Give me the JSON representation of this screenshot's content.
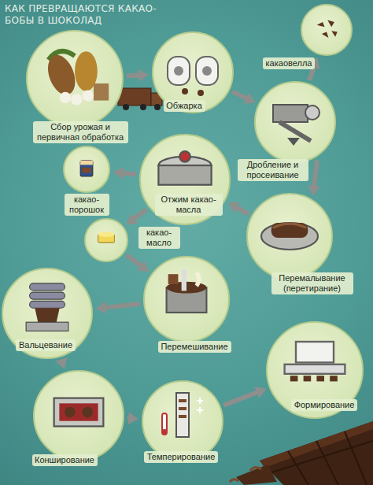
{
  "diagram": {
    "title": "КАК ПРЕВРАЩАЮТСЯ КАКАО-БОБЫ В ШОКОЛАД",
    "nodes": [
      {
        "text": [
          "Сбор урожая и первичная обработка"
        ]
      },
      {
        "text": [
          "Обжарка"
        ]
      },
      {
        "text": [
          "какаовелла"
        ]
      },
      {
        "text": [
          "Дробление и просеивание"
        ]
      },
      {
        "text": [
          "Отжим какао-масла"
        ]
      },
      {
        "text": [
          "какао-порошок"
        ]
      },
      {
        "text": [
          "какао-масло"
        ]
      },
      {
        "text": [
          "Перемалывание (перетирание)"
        ]
      },
      {
        "text": [
          "Перемешивание"
        ]
      },
      {
        "text": [
          "Вальцевание"
        ]
      },
      {
        "text": [
          "Конширование"
        ]
      },
      {
        "text": [
          "Темперирование"
        ]
      },
      {
        "text": [
          "Формирование"
        ]
      }
    ],
    "edges": [
      {
        "from": 0,
        "to": 1,
        "arrow": "to"
      },
      {
        "from": 1,
        "to": 3,
        "arrow": "to"
      },
      {
        "from": 3,
        "to": 2,
        "arrow": "to"
      },
      {
        "from": 3,
        "to": 7,
        "arrow": "to"
      },
      {
        "from": 7,
        "to": 4,
        "arrow": "to"
      },
      {
        "from": 4,
        "to": 5,
        "arrow": "to"
      },
      {
        "from": 4,
        "to": 6,
        "arrow": "to"
      },
      {
        "from": 6,
        "to": 8,
        "arrow": "to"
      },
      {
        "from": 8,
        "to": 9,
        "arrow": "to"
      },
      {
        "from": 9,
        "to": 10,
        "arrow": "to"
      },
      {
        "from": 10,
        "to": 11,
        "arrow": "to"
      },
      {
        "from": 11,
        "to": 12,
        "arrow": "to"
      }
    ]
  }
}
